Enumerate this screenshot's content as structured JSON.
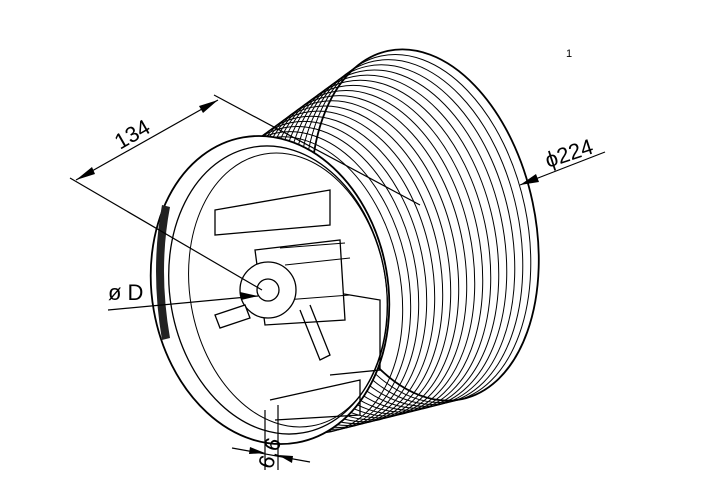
{
  "drawing": {
    "page_number": "1",
    "dimensions": {
      "length": "134",
      "diameter": "ϕ224",
      "bore": "ø D",
      "flange_thickness": "6,6"
    },
    "line_color": "#000000",
    "background_color": "#ffffff"
  }
}
